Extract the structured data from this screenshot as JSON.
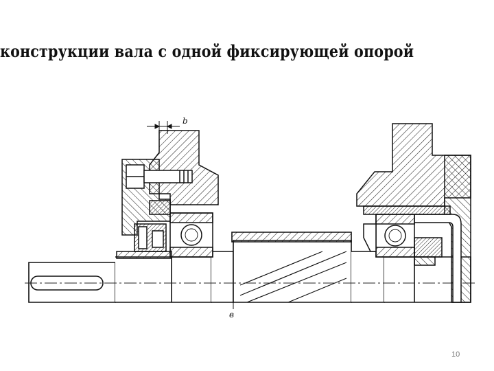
{
  "slide": {
    "title": "конструкции вала с одной фиксирующей опорой",
    "page_number": "10"
  },
  "drawing": {
    "label_b": "b",
    "label_v": "в"
  }
}
